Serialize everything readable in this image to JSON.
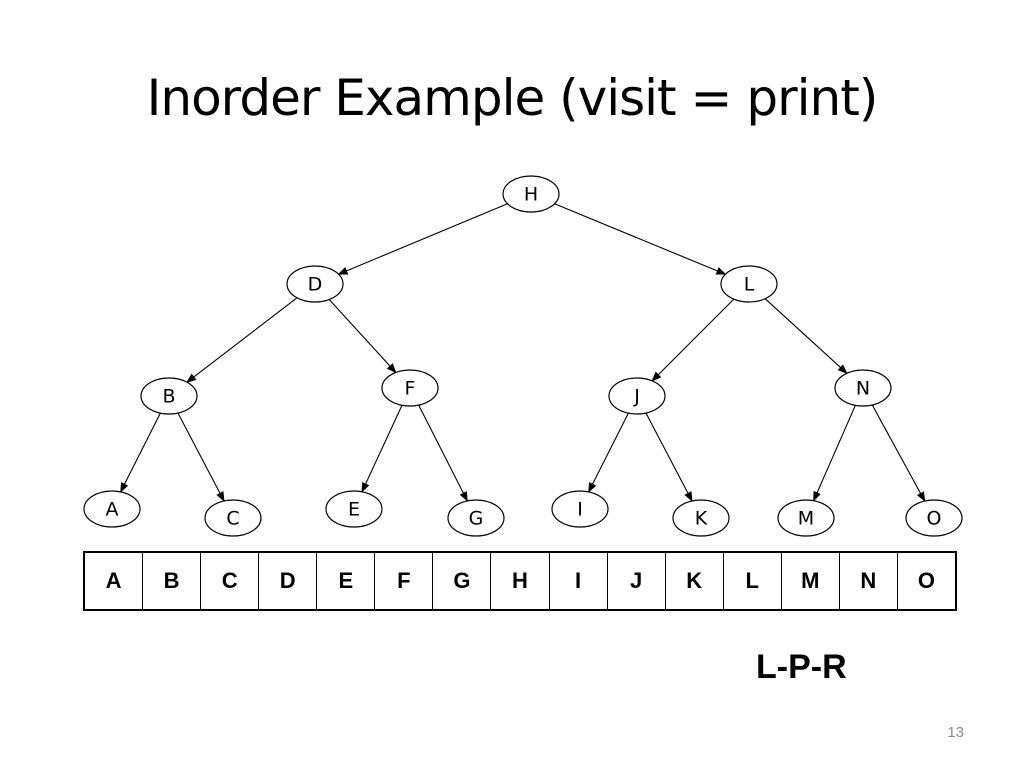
{
  "slide": {
    "title": "Inorder Example (visit = print)",
    "page_number": "13",
    "order_label": "L-P-R"
  },
  "tree": {
    "nodes": [
      {
        "id": "H",
        "label": "H"
      },
      {
        "id": "D",
        "label": "D"
      },
      {
        "id": "L",
        "label": "L"
      },
      {
        "id": "B",
        "label": "B"
      },
      {
        "id": "F",
        "label": "F"
      },
      {
        "id": "J",
        "label": "J"
      },
      {
        "id": "N",
        "label": "N"
      },
      {
        "id": "A",
        "label": "A"
      },
      {
        "id": "C",
        "label": "C"
      },
      {
        "id": "E",
        "label": "E"
      },
      {
        "id": "G",
        "label": "G"
      },
      {
        "id": "I",
        "label": "I"
      },
      {
        "id": "K",
        "label": "K"
      },
      {
        "id": "M",
        "label": "M"
      },
      {
        "id": "O",
        "label": "O"
      }
    ],
    "edges": [
      [
        "H",
        "D"
      ],
      [
        "H",
        "L"
      ],
      [
        "D",
        "B"
      ],
      [
        "D",
        "F"
      ],
      [
        "L",
        "J"
      ],
      [
        "L",
        "N"
      ],
      [
        "B",
        "A"
      ],
      [
        "B",
        "C"
      ],
      [
        "F",
        "E"
      ],
      [
        "F",
        "G"
      ],
      [
        "J",
        "I"
      ],
      [
        "J",
        "K"
      ],
      [
        "N",
        "M"
      ],
      [
        "N",
        "O"
      ]
    ]
  },
  "traversal_output": [
    "A",
    "B",
    "C",
    "D",
    "E",
    "F",
    "G",
    "H",
    "I",
    "J",
    "K",
    "L",
    "M",
    "N",
    "O"
  ]
}
